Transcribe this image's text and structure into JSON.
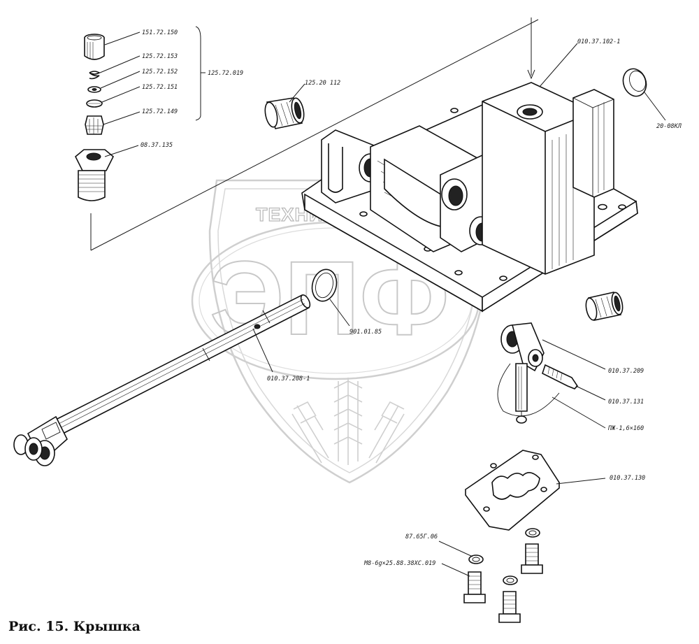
{
  "caption": "Рис. 15. Крышка",
  "watermark": {
    "text": "ТЕХНИКА И ЗАПЧАСТИ",
    "letters": "ЭПФ"
  },
  "callouts": {
    "c151_72_150": "151.72.150",
    "c125_72_153": "125.72.153",
    "c125_72_152": "125.72.152",
    "c125_72_151": "125.72.151",
    "c125_72_149": "125.72.149",
    "c125_72_019": "125.72.019",
    "c08_37_135": "08.37.135",
    "c125_20_112": "125.20 112",
    "c010_37_102_1": "010.37.102-1",
    "c20_08kl": "20-08КЛ",
    "c901_01_85": "901.01.85",
    "c010_37_208_1": "010.37.208-1",
    "c010_37_209": "010.37.209",
    "c010_37_131": "010.37.131",
    "c_pzh": "ПЖ-1,6×160",
    "c010_37_130": "010.37.130",
    "c87_65g_06": "87.65Г.06",
    "c_m8": "М8-6g×25.88.38ХС.019"
  }
}
